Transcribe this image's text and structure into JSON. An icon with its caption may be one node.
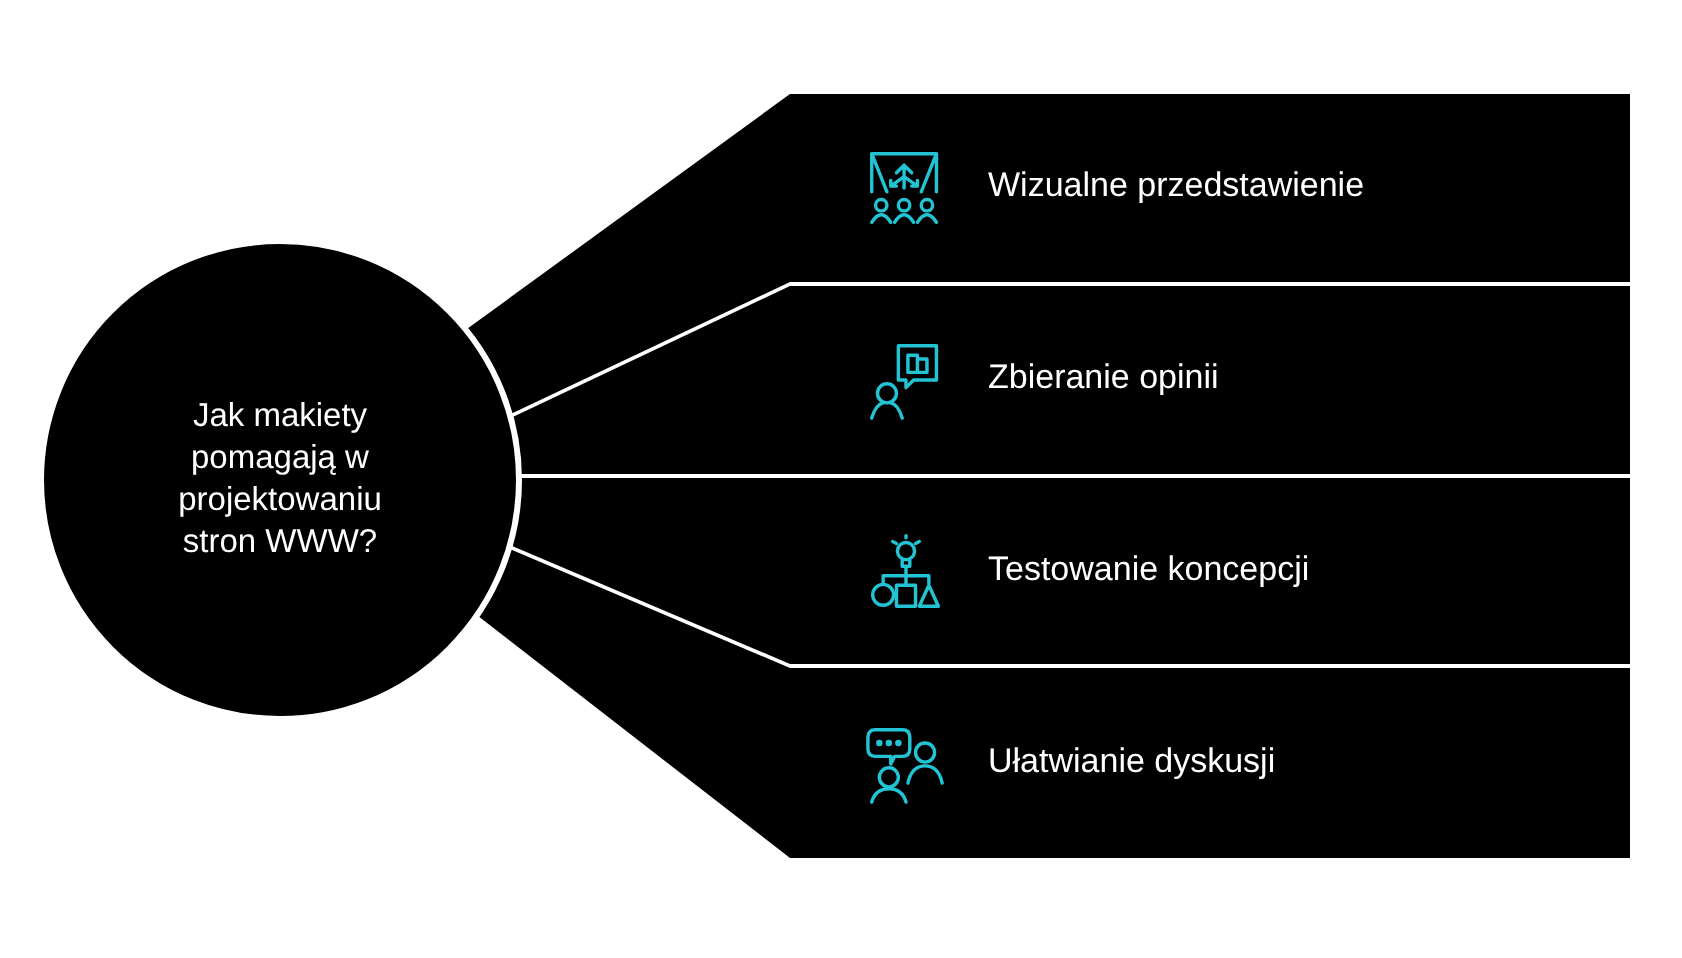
{
  "diagram": {
    "nodes": [
      {
        "text": [
          "Jak makiety pomagają w projektowaniu stron WWW?"
        ]
      },
      {
        "text": [
          "Wizualne przedstawienie"
        ]
      },
      {
        "text": [
          "Zbieranie opinii"
        ]
      },
      {
        "text": [
          "Testowanie koncepcji"
        ]
      },
      {
        "text": [
          "Ułatwianie dyskusji"
        ]
      }
    ]
  }
}
